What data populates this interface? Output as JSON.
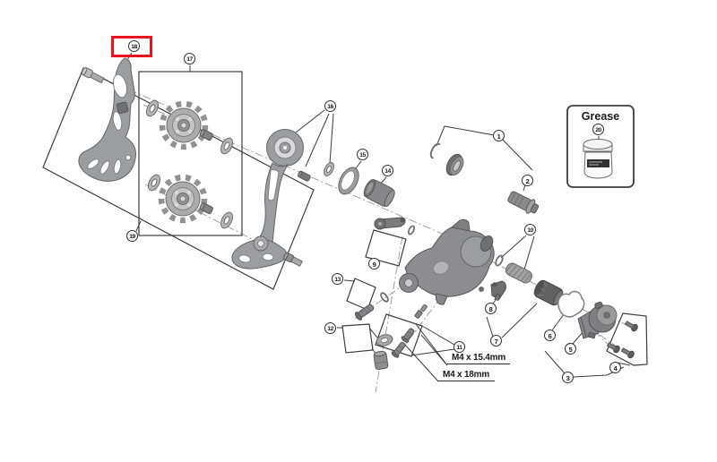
{
  "diagram": {
    "type": "exploded-parts-diagram",
    "background_color": "#ffffff",
    "line_color": "#3c3e40",
    "highlight_color": "#e8141e",
    "highlighted_callout": "18",
    "callouts": {
      "1": "1",
      "2": "2",
      "3": "3",
      "4": "4",
      "5": "5",
      "6": "6",
      "7": "7",
      "8": "8",
      "9": "9",
      "10": "10",
      "11": "11",
      "12": "12",
      "13": "13",
      "14": "14",
      "15": "15",
      "16": "16",
      "17": "17",
      "18": "18",
      "19": "19",
      "20": "20"
    },
    "grease_box": {
      "title": "Grease",
      "callout": "20"
    },
    "dimension_labels": {
      "upper": "M4 x 15.4mm",
      "lower": "M4 x 18mm"
    }
  }
}
